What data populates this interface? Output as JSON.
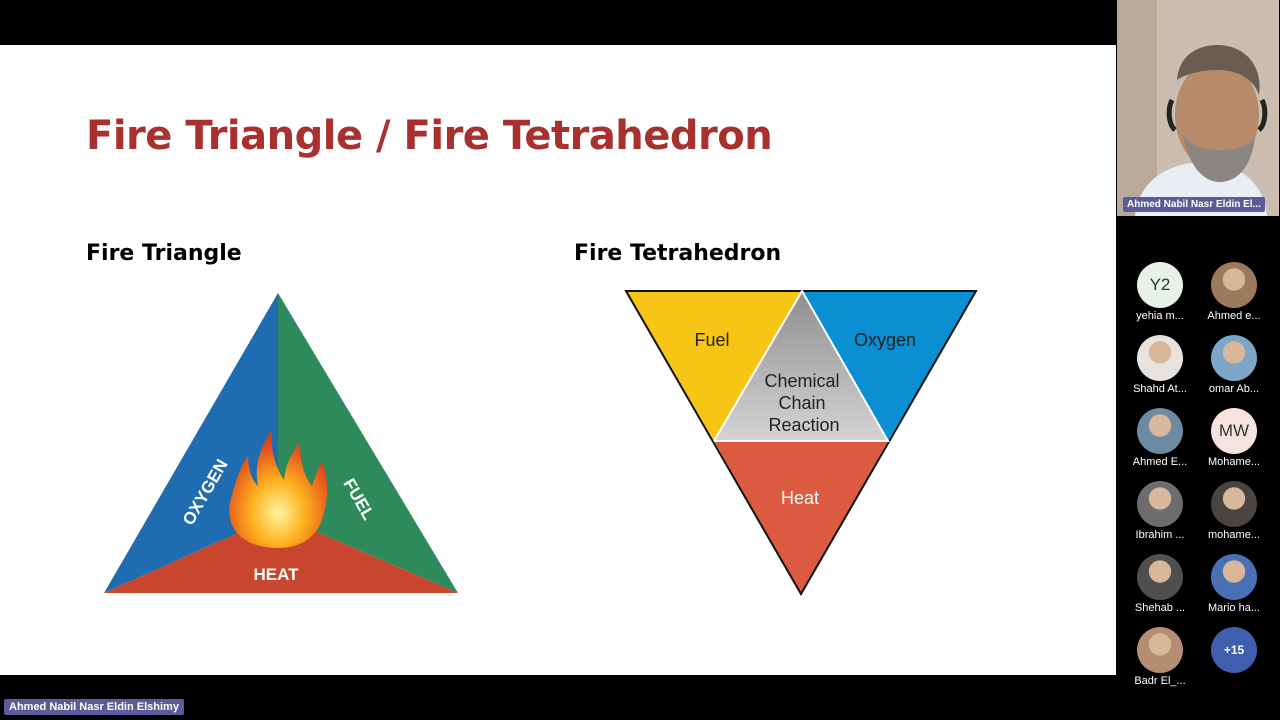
{
  "slide": {
    "title": "Fire Triangle / Fire Tetrahedron",
    "left_heading": "Fire Triangle",
    "right_heading": "Fire Tetrahedron",
    "triangle": {
      "oxygen": "OXYGEN",
      "fuel": "FUEL",
      "heat": "HEAT"
    },
    "tetrahedron": {
      "fuel": "Fuel",
      "oxygen": "Oxygen",
      "chain_line1": "Chemical",
      "chain_line2": "Chain",
      "chain_line3": "Reaction",
      "heat": "Heat"
    },
    "colors": {
      "title": "#a8312f",
      "oxygen": "#1f6db0",
      "fuel": "#2e8a5a",
      "heat": "#c8452e",
      "tet_fuel": "#f6c515",
      "tet_oxygen": "#0a8fd2",
      "tet_chain": "#b9b9b9",
      "tet_heat": "#db5a40"
    }
  },
  "presenter": {
    "name_tag": "Ahmed Nabil Nasr Eldin Elshimy",
    "video_name": "Ahmed Nabil Nasr Eldin El..."
  },
  "participants": [
    {
      "initials": "Y2",
      "name": "yehia m...",
      "avatar": "initials",
      "color": "#e6f2e6"
    },
    {
      "initials": "",
      "name": "Ahmed e...",
      "avatar": "photo",
      "color": "#9b7a5d"
    },
    {
      "initials": "",
      "name": "Shahd At...",
      "avatar": "photo",
      "color": "#e9e3df"
    },
    {
      "initials": "",
      "name": "omar Ab...",
      "avatar": "photo",
      "color": "#7ba6c9"
    },
    {
      "initials": "",
      "name": "Ahmed E...",
      "avatar": "photo",
      "color": "#6d8aa3"
    },
    {
      "initials": "MW",
      "name": "Mohame...",
      "avatar": "initials",
      "color": "#f6e3dd"
    },
    {
      "initials": "",
      "name": "Ibrahim ...",
      "avatar": "photo",
      "color": "#6d6d6d"
    },
    {
      "initials": "",
      "name": "mohame...",
      "avatar": "photo",
      "color": "#4a4440"
    },
    {
      "initials": "",
      "name": "Shehab ...",
      "avatar": "photo",
      "color": "#4f4f4f"
    },
    {
      "initials": "",
      "name": "Mario ha...",
      "avatar": "photo",
      "color": "#4b6fb5"
    },
    {
      "initials": "",
      "name": "Badr El_...",
      "avatar": "photo",
      "color": "#b48d72"
    },
    {
      "initials": "+15",
      "name": "",
      "avatar": "more",
      "color": "#3f5fae"
    }
  ]
}
